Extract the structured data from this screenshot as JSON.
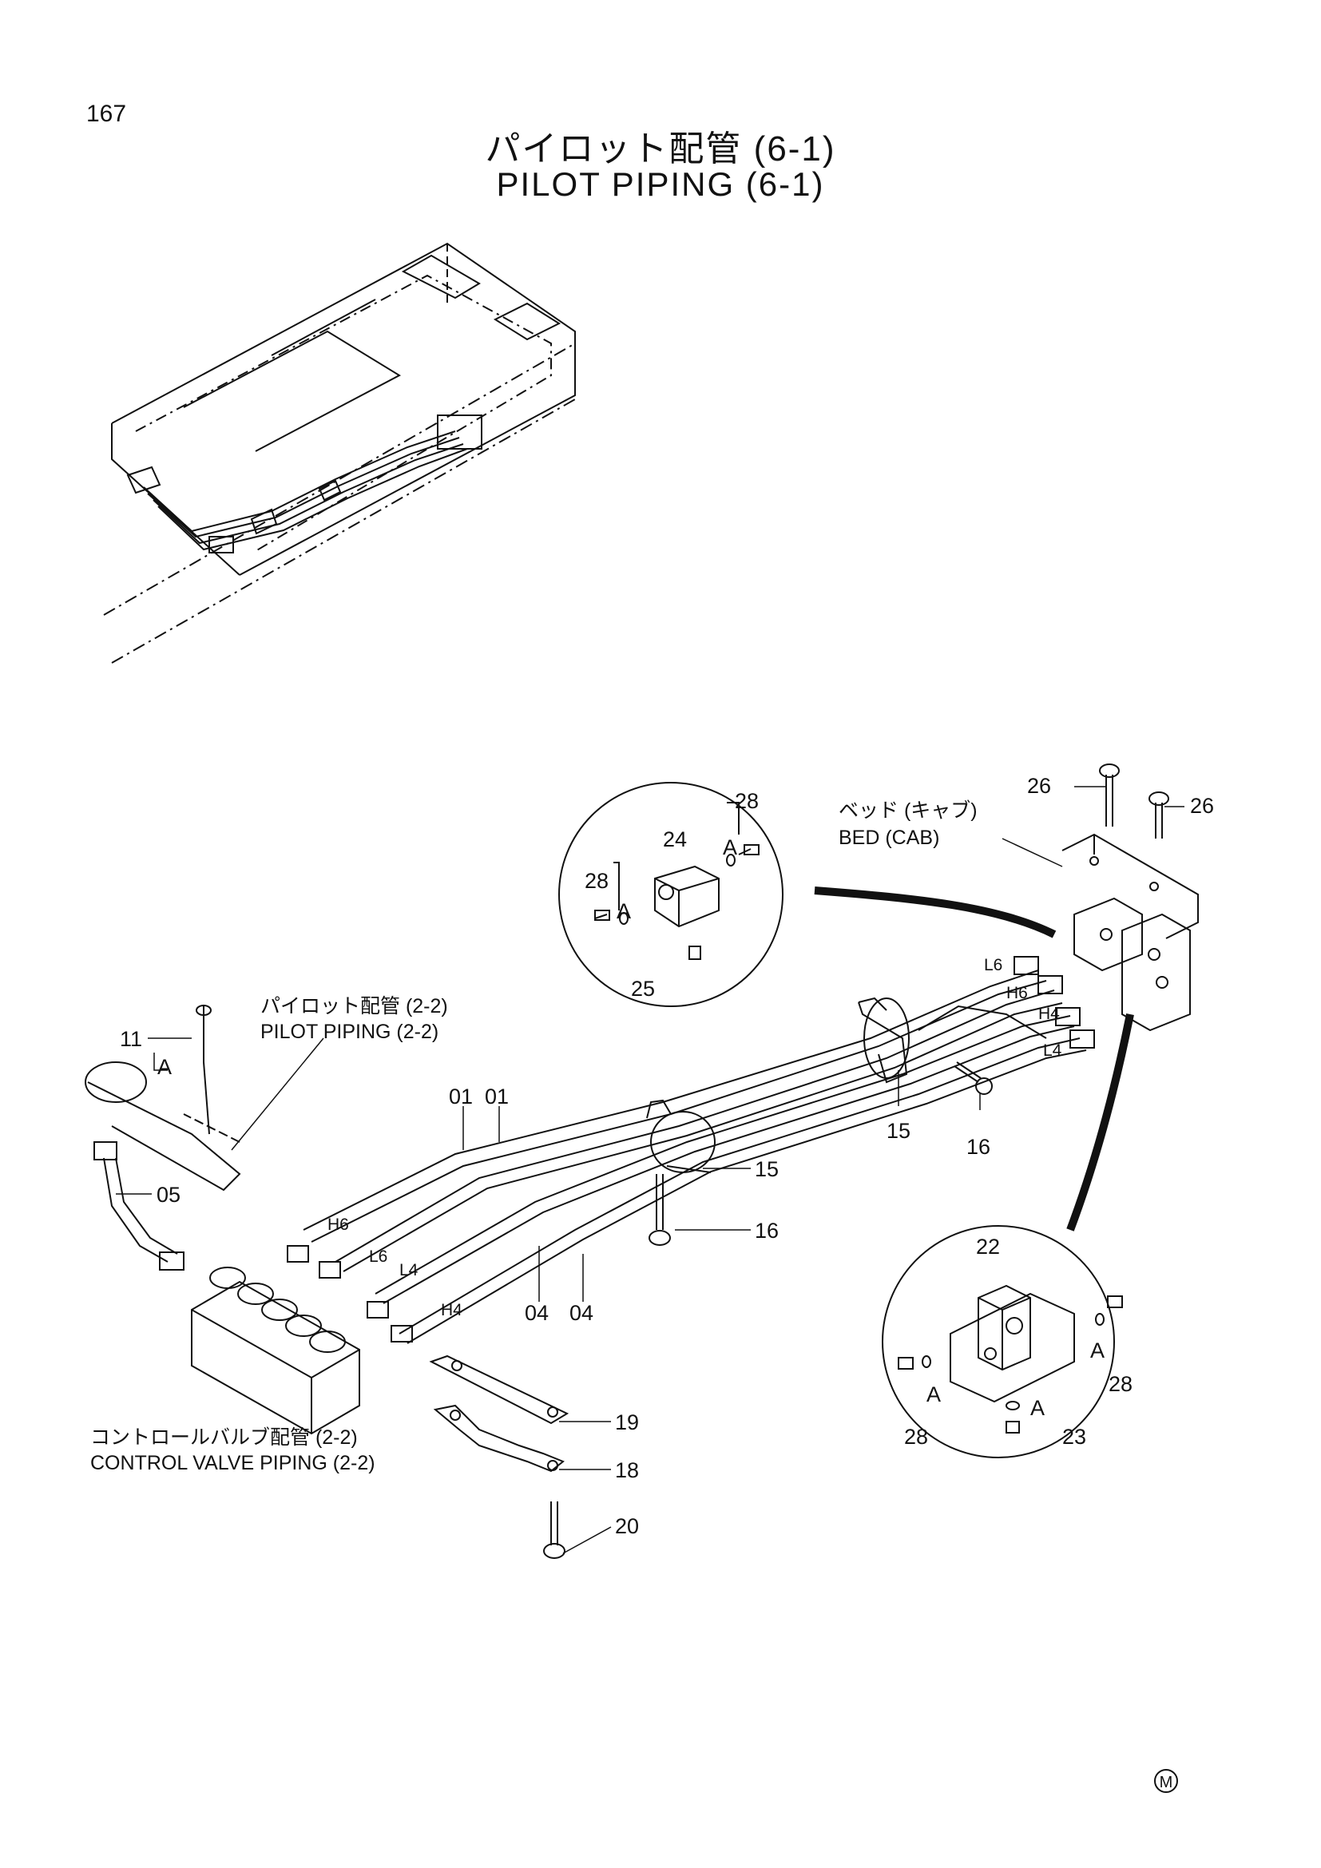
{
  "page": {
    "number": "167",
    "title_ja": "パイロット配管 (6-1)",
    "title_en": "PILOT PIPING (6-1)",
    "footer_mark": "M"
  },
  "notes": {
    "bed_ja": "ベッド (キャブ)",
    "bed_en": "BED (CAB)",
    "pilot_ja": "パイロット配管 (2-2)",
    "pilot_en": "PILOT PIPING (2-2)",
    "cv_ja": "コントロールバルブ配管 (2-2)",
    "cv_en": "CONTROL VALVE PIPING (2-2)"
  },
  "ports": {
    "h6": "H6",
    "l6": "L6",
    "l4": "L4",
    "h4": "H4"
  },
  "ref_a": "A",
  "parts": {
    "p01": "01",
    "p04": "04",
    "p05": "05",
    "p11": "11",
    "p15": "15",
    "p16": "16",
    "p18": "18",
    "p19": "19",
    "p20": "20",
    "p22": "22",
    "p23": "23",
    "p24": "24",
    "p25": "25",
    "p26": "26",
    "p28": "28"
  }
}
